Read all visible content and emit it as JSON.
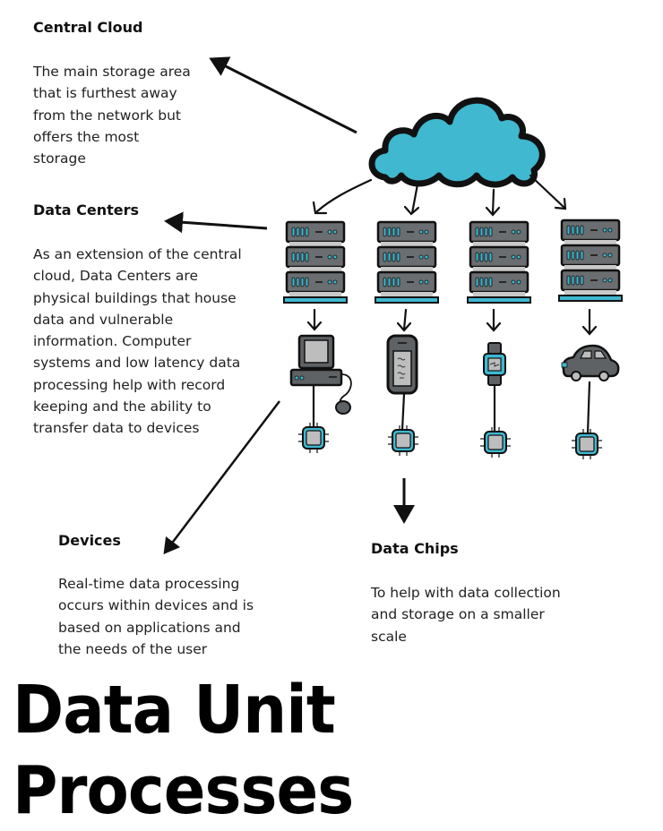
{
  "title": "Data Unit Processes",
  "sections": {
    "central_cloud": {
      "heading": "Central Cloud",
      "lines": [
        "The main storage area",
        "that is furthest away",
        "from the network but",
        "offers the most",
        "storage"
      ]
    },
    "data_centers": {
      "heading": "Data Centers",
      "lines": [
        "As an extension of the central",
        "cloud, Data Centers are",
        "physical buildings that house",
        "data and vulnerable",
        "information. Computer",
        "systems and low latency data",
        "processing help with record",
        "keeping and the ability to",
        "transfer data to devices"
      ]
    },
    "devices": {
      "heading": "Devices",
      "lines": [
        "Real-time data processing",
        "occurs within devices and is",
        "based on applications and",
        "the needs of the user"
      ]
    },
    "data_chips": {
      "heading": "Data Chips",
      "lines": [
        "To help with data collection",
        "and storage on a smaller",
        "scale"
      ]
    }
  },
  "diagram": {
    "nodes": {
      "cloud": "cloud-icon",
      "servers": [
        "server-rack-icon",
        "server-rack-icon",
        "server-rack-icon",
        "server-rack-icon"
      ],
      "devices": [
        "desktop-computer-icon",
        "smartphone-icon",
        "smartwatch-icon",
        "car-icon"
      ],
      "chips": [
        "chip-icon",
        "chip-icon",
        "chip-icon",
        "chip-icon"
      ]
    },
    "colors": {
      "cloud_fill": "#3fb8d0",
      "server_body": "#6b6e70",
      "server_gap": "#c9c9c9",
      "server_base": "#3fb8d0",
      "led": "#3fb8d0",
      "device_body": "#5f6264",
      "screen": "#bdbdbd",
      "chip_ring": "#3fb8d0",
      "chip_core": "#bdbdbd",
      "outline": "#111111"
    }
  }
}
